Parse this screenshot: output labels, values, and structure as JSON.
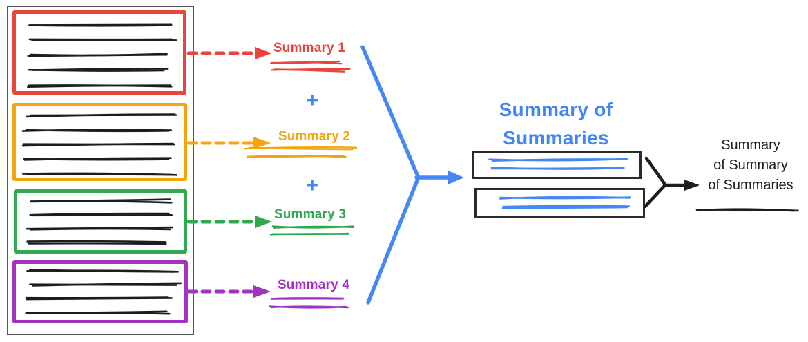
{
  "source_document": {
    "sections": [
      {
        "id": "section-1",
        "color": "#e8463c",
        "text_lines": 5
      },
      {
        "id": "section-2",
        "color": "#f6a40b",
        "text_lines": 5
      },
      {
        "id": "section-3",
        "color": "#2fa84f",
        "text_lines": 4
      },
      {
        "id": "section-4",
        "color": "#a233c2",
        "text_lines": 4
      }
    ]
  },
  "summaries": [
    {
      "label": "Summary 1",
      "color": "#e8463c"
    },
    {
      "label": "Summary 2",
      "color": "#f6a40b"
    },
    {
      "label": "Summary 3",
      "color": "#2fa84f"
    },
    {
      "label": "Summary 4",
      "color": "#a233c2"
    }
  ],
  "plus_sign": "+",
  "merge": {
    "title_line1": "Summary of",
    "title_line2": "Summaries",
    "color": "#4285f4",
    "boxes": 2
  },
  "final": {
    "line1": "Summary",
    "line2": "of Summary",
    "line3": "of Summaries",
    "color": "#1f1f1f"
  },
  "colors": {
    "accent_blue": "#4285f4",
    "red": "#e8463c",
    "orange": "#f6a40b",
    "green": "#2fa84f",
    "purple": "#a233c2",
    "ink_black": "#1d1d1d",
    "container_gray": "#56575b"
  }
}
